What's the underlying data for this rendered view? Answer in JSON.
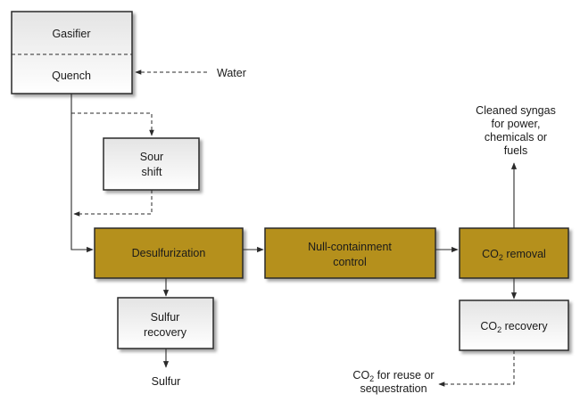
{
  "boxes": {
    "gasifier": "Gasifier",
    "quench": "Quench",
    "sour_shift_1": "Sour",
    "sour_shift_2": "shift",
    "desulfurization": "Desulfurization",
    "null_1": "Null-containment",
    "null_2": "control",
    "co2_removal_pre": "CO",
    "co2_removal_sub": "2",
    "co2_removal_post": " removal",
    "sulfur_recovery_1": "Sulfur",
    "sulfur_recovery_2": "recovery",
    "co2_recovery_pre": "CO",
    "co2_recovery_sub": "2",
    "co2_recovery_post": " recovery"
  },
  "labels": {
    "water": "Water",
    "cleaned_1": "Cleaned syngas",
    "cleaned_2": "for power,",
    "cleaned_3": "chemicals or",
    "cleaned_4": "fuels",
    "sulfur": "Sulfur",
    "co2_reuse_pre": "CO",
    "co2_reuse_sub": "2",
    "co2_reuse_post": " for reuse or",
    "co2_reuse_2": "sequestration"
  },
  "colors": {
    "gold_fill": "#b5901f",
    "box_fill_top": "#e6e6e6",
    "box_fill_bottom": "#ffffff",
    "stroke": "#2a2a2a"
  }
}
